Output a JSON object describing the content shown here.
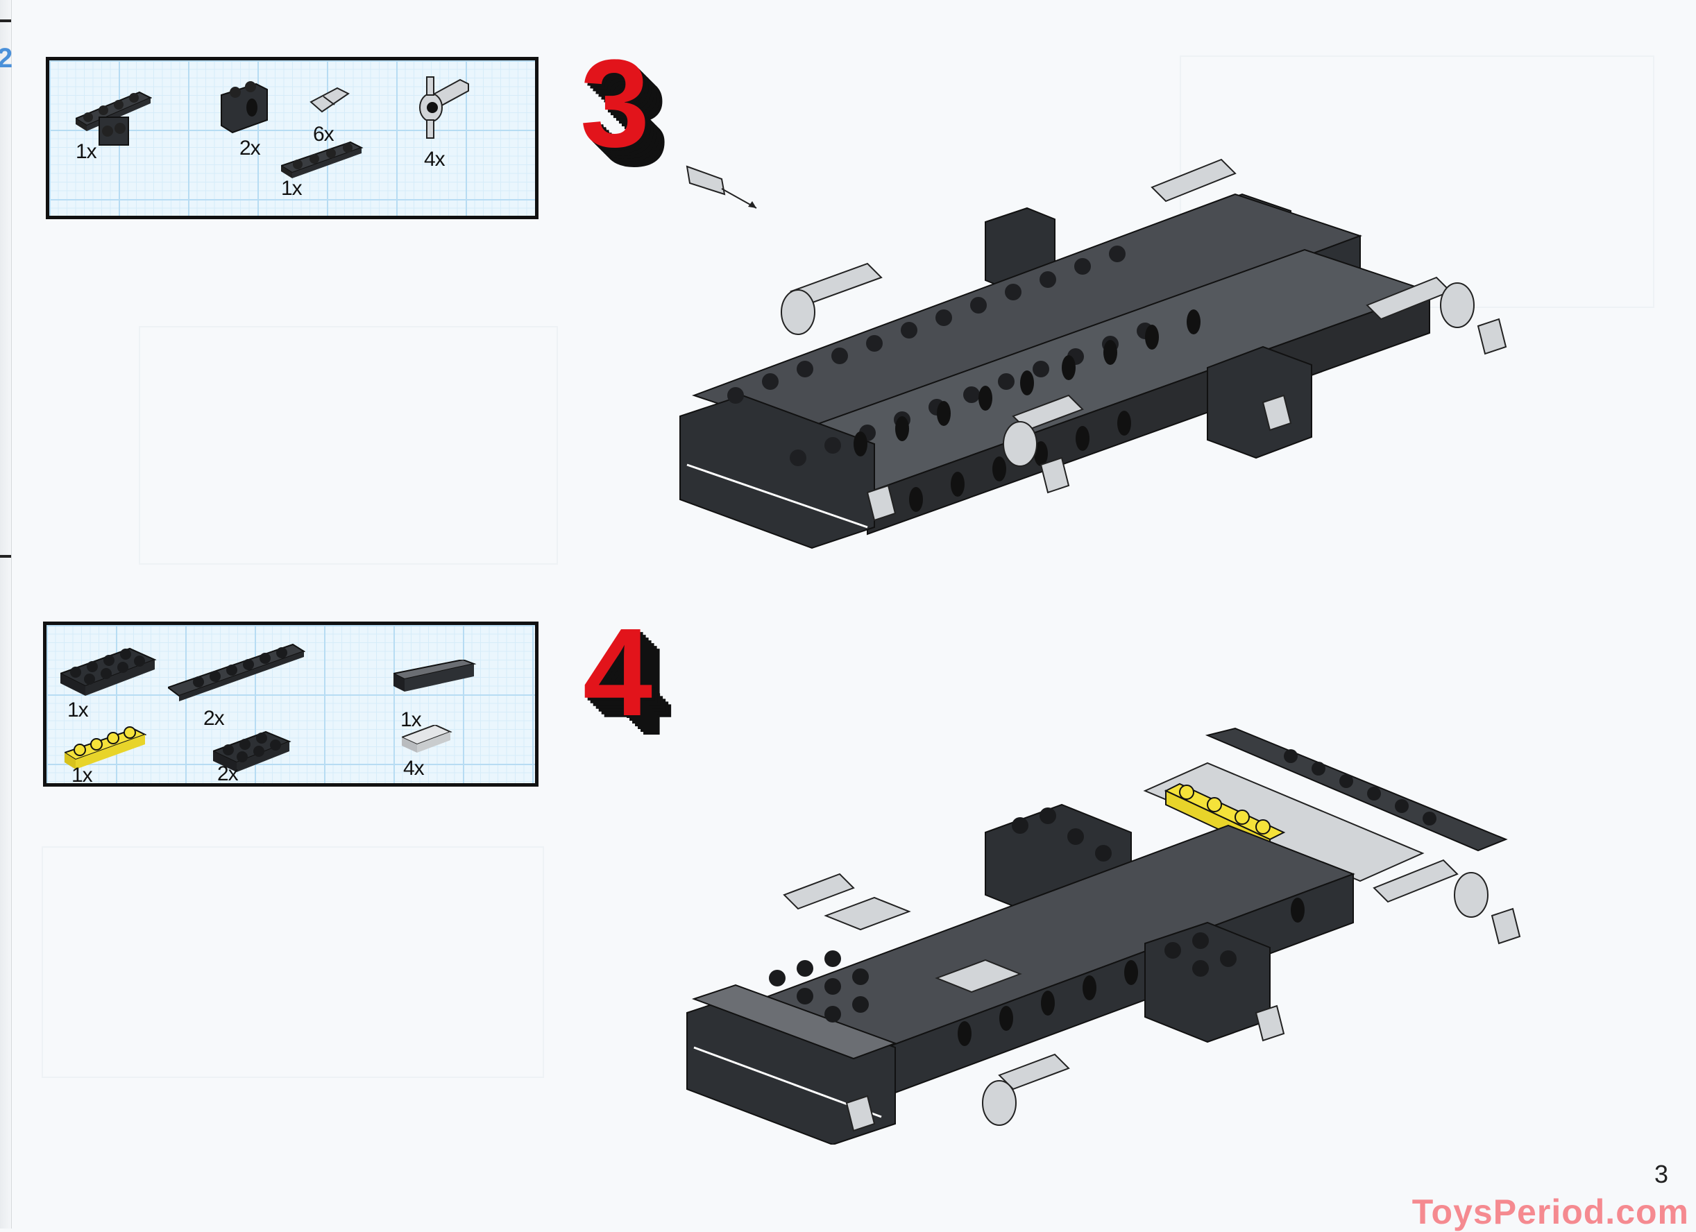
{
  "page": {
    "page_number": "3",
    "previous_page_number_fragment": "2",
    "watermark": "ToysPeriod.com"
  },
  "colors": {
    "step_number_red": "#e2141b",
    "step_number_shadow": "#111111",
    "grid_background": "#eaf6fd",
    "grid_line": "#b7dcf3",
    "brick_dark_gray": "#3a3d41",
    "brick_light_gray": "#d2d5d8",
    "brick_yellow": "#f5e23a",
    "watermark": "#f58a90"
  },
  "steps": [
    {
      "number": "3",
      "parts": [
        {
          "name": "plate 1x4 with 2x2 bracket, dark gray",
          "qty": "1x"
        },
        {
          "name": "technic brick 1x2 with hole, dark gray",
          "qty": "2x"
        },
        {
          "name": "technic axle pin, light gray",
          "qty": "6x"
        },
        {
          "name": "plate 1x4, dark gray",
          "qty": "1x"
        },
        {
          "name": "technic steering arm, light gray",
          "qty": "4x"
        }
      ]
    },
    {
      "number": "4",
      "parts": [
        {
          "name": "plate 2x4, dark gray",
          "qty": "1x"
        },
        {
          "name": "technic plate 1x8 with holes, dark gray",
          "qty": "2x"
        },
        {
          "name": "tile 1x4, dark gray",
          "qty": "1x"
        },
        {
          "name": "plate 1x4, yellow",
          "qty": "1x"
        },
        {
          "name": "plate 2x3, dark gray",
          "qty": "2x"
        },
        {
          "name": "tile 1x2, light gray",
          "qty": "4x"
        }
      ]
    }
  ]
}
